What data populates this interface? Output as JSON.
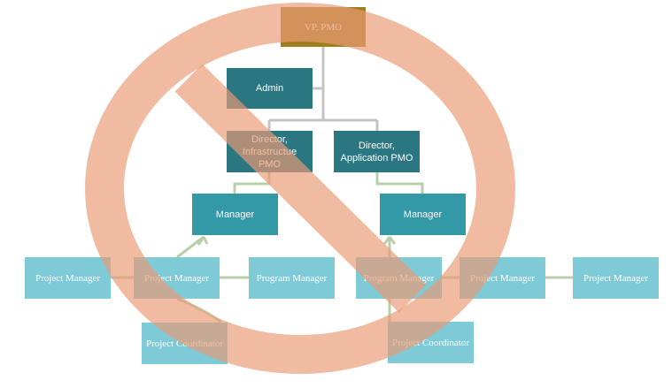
{
  "colors": {
    "vp": "#9f7f1d",
    "dark": "#2a7782",
    "mid": "#3399a6",
    "light": "#7ecad6",
    "connector_gray": "#c4c4c4",
    "connector_green": "#b9cfa9",
    "prohibition": "#eb9b76"
  },
  "nodes": {
    "vp": "VP, PMO",
    "admin": "Admin",
    "dir_infra": "Director, Infrastructue PMO",
    "dir_app": "Director, Application PMO",
    "mgr_left": "Manager",
    "mgr_right": "Manager",
    "pm_far_left": "Project Manager",
    "pm_left": "Project Manager",
    "prog_left": "Program Manager",
    "prog_right": "Program Manager",
    "pm_right": "Project Manager",
    "pm_far_right": "Project Manager",
    "pc_left": "Project Coordinator",
    "pc_right": "Project Coordinator"
  },
  "overlay_symbol": "prohibition-sign"
}
